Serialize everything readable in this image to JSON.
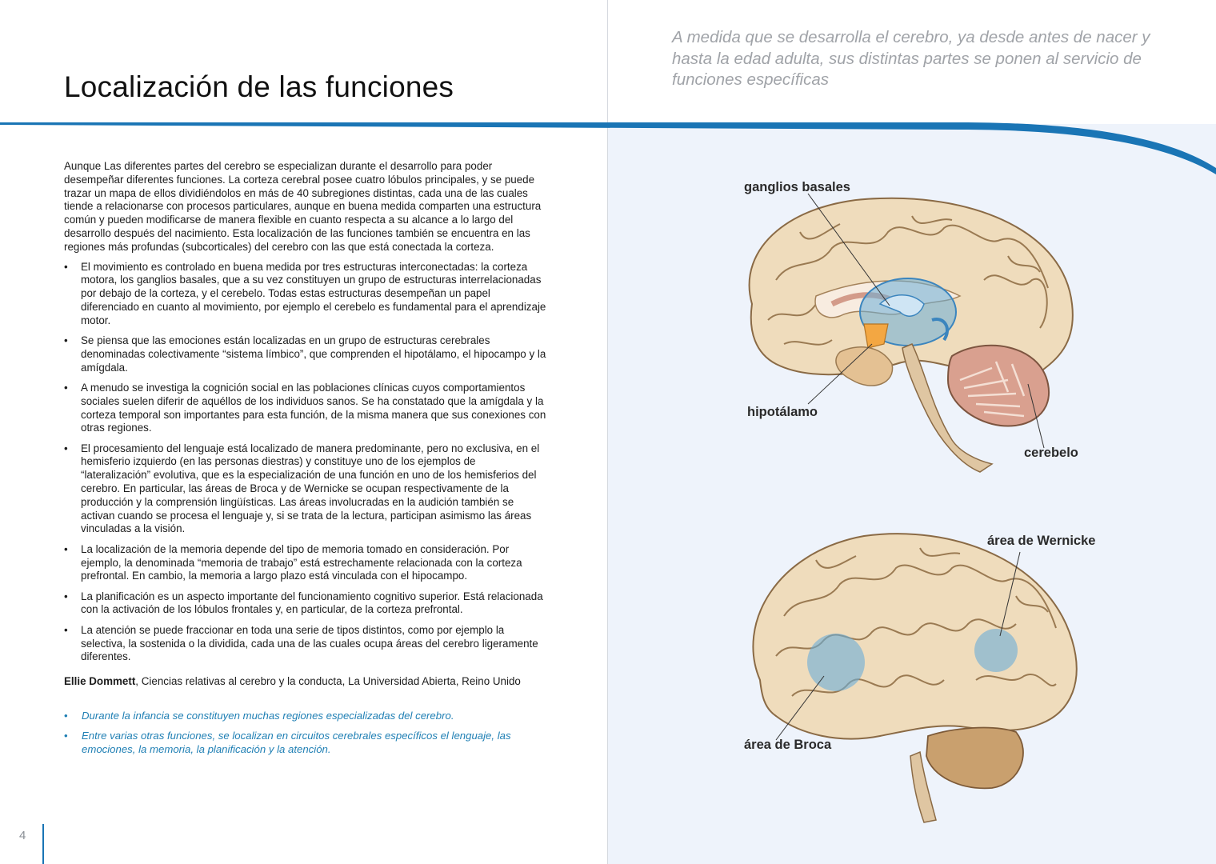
{
  "header": {
    "title": "Localización de las funciones",
    "intro_quote": "A medida que se desarrolla el cerebro, ya desde antes de nacer y hasta la edad adulta, sus distintas partes se ponen al servicio de funciones específicas"
  },
  "body": {
    "intro": "Aunque Las diferentes partes del cerebro se especializan durante el desarrollo para poder desempeñar diferentes funciones. La corteza cerebral posee cuatro lóbulos principales, y se puede trazar un mapa de ellos dividiéndolos en más de 40 subregiones distintas, cada una de las cuales tiende a relacionarse con procesos particulares, aunque en buena medida comparten una estructura común y pueden modificarse de manera flexible en cuanto respecta a su alcance a lo largo del desarrollo después del nacimiento. Esta localización de las funciones también se encuentra en las regiones más profundas (subcorticales) del cerebro con las que está conectada la corteza.",
    "bullet_char": "•",
    "bullets": [
      "El movimiento es controlado en buena medida por tres estructuras interconectadas: la corteza motora, los ganglios basales, que a su vez constituyen un grupo de estructuras interrelacionadas por debajo de la corteza, y el cerebelo. Todas estas estructuras desempeñan un papel diferenciado en cuanto al movimiento, por ejemplo el cerebelo es fundamental para el aprendizaje motor.",
      "Se piensa que las emociones están localizadas en un grupo de estructuras cerebrales denominadas colectivamente “sistema límbico”, que comprenden el hipotálamo, el hipocampo y la amígdala.",
      "A menudo se investiga la cognición social en las poblaciones clínicas cuyos comportamientos sociales suelen diferir de aquéllos de los individuos sanos. Se ha constatado que la amígdala y la corteza temporal son importantes para esta función, de la misma manera que sus conexiones con otras regiones.",
      "El procesamiento del lenguaje está localizado de manera predominante, pero no exclusiva, en el hemisferio izquierdo (en las personas diestras) y constituye uno de los ejemplos de “lateralización” evolutiva, que es la especialización de una función en uno de los hemisferios del cerebro. En particular, las áreas de Broca y de Wernicke se ocupan respectivamente de la producción y la comprensión lingüísticas. Las áreas involucradas en la audición también se activan cuando se procesa el lenguaje y, si se trata de la lectura, participan asimismo las áreas vinculadas a la visión.",
      "La localización de la memoria depende del tipo de memoria tomado en consideración. Por ejemplo, la denominada “memoria de trabajo” está estrechamente relacionada con la corteza prefrontal. En cambio, la memoria a largo plazo está vinculada con el hipocampo.",
      "La planificación es un aspecto importante del funcionamiento cognitivo superior. Está relacionada con la activación de los lóbulos frontales y, en particular, de la corteza prefrontal.",
      "La atención se puede fraccionar en toda una serie de tipos distintos, como por ejemplo la selectiva, la sostenida o la dividida, cada una de las cuales ocupa áreas del cerebro ligeramente diferentes."
    ]
  },
  "author": {
    "name": "Ellie Dommett",
    "affiliation": ", Ciencias relativas al cerebro y la conducta, La Universidad Abierta, Reino Unido"
  },
  "summary": [
    "Durante la infancia se constituyen muchas regiones especializadas del cerebro.",
    "Entre varias otras funciones, se localizan en circuitos cerebrales específicos el lenguaje, las emociones, la memoria, la planificación y la atención."
  ],
  "figure": {
    "labels": {
      "ganglios": "ganglios basales",
      "hipotalamo": "hipotálamo",
      "cerebelo": "cerebelo",
      "wernicke": "área de Wernicke",
      "broca": "área de Broca"
    }
  },
  "page_number": "4",
  "colors": {
    "accent_blue": "#1a75b5",
    "summary_blue": "#1f7fb4",
    "quote_gray": "#a0a3a8",
    "panel_bg": "#eef3fb",
    "brain_tissue": "#efdcbc",
    "highlight": "#6aaed8"
  }
}
